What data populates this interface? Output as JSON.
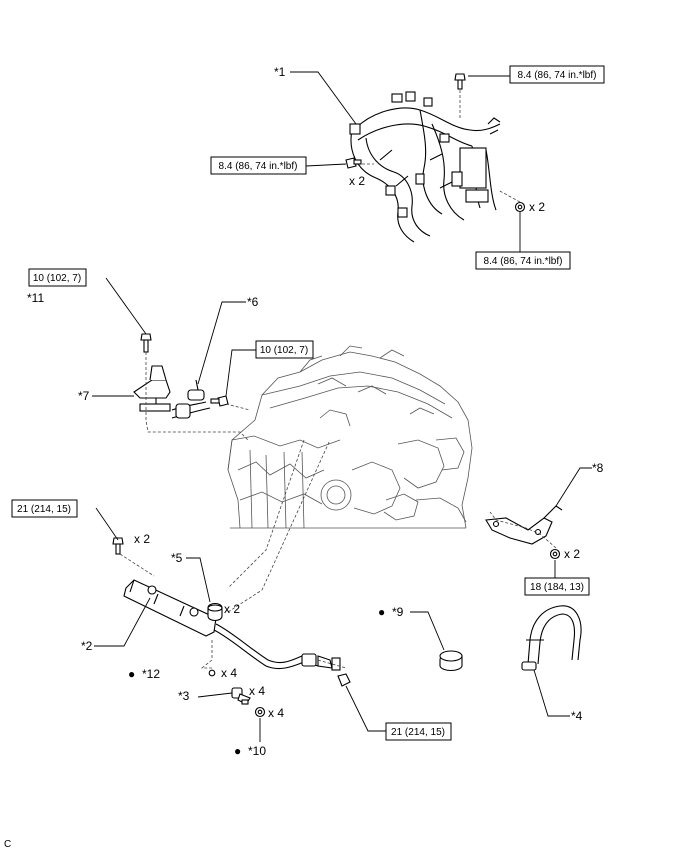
{
  "callouts": {
    "c1": "*1",
    "c2": "*2",
    "c3": "*3",
    "c4": "*4",
    "c5": "*5",
    "c6": "*6",
    "c7": "*7",
    "c8": "*8",
    "c9": "*9",
    "c10": "*10",
    "c11": "*11",
    "c12": "*12"
  },
  "torque": {
    "t_harness_top": "8.4 (86, 74 in.*lbf)",
    "t_harness_left": "8.4 (86, 74 in.*lbf)",
    "t_harness_right": "8.4 (86, 74 in.*lbf)",
    "t_bolt_upper_left": "10 (102, 7)",
    "t_bolt_clamp": "10 (102, 7)",
    "t_bolt_delivery": "21 (214, 15)",
    "t_bracket": "18 (184, 13)",
    "t_fuel_pipe": "21 (214, 15)"
  },
  "quantities": {
    "q_harness_left": "x 2",
    "q_harness_right": "x 2",
    "q_delivery_bolt": "x 2",
    "q_spacer": "x 2",
    "q_bracket_nut": "x 2",
    "q_oring": "x 4",
    "q_injector": "x 4",
    "q_insulator": "x 4"
  },
  "bullet": "●",
  "figure_code": "C"
}
